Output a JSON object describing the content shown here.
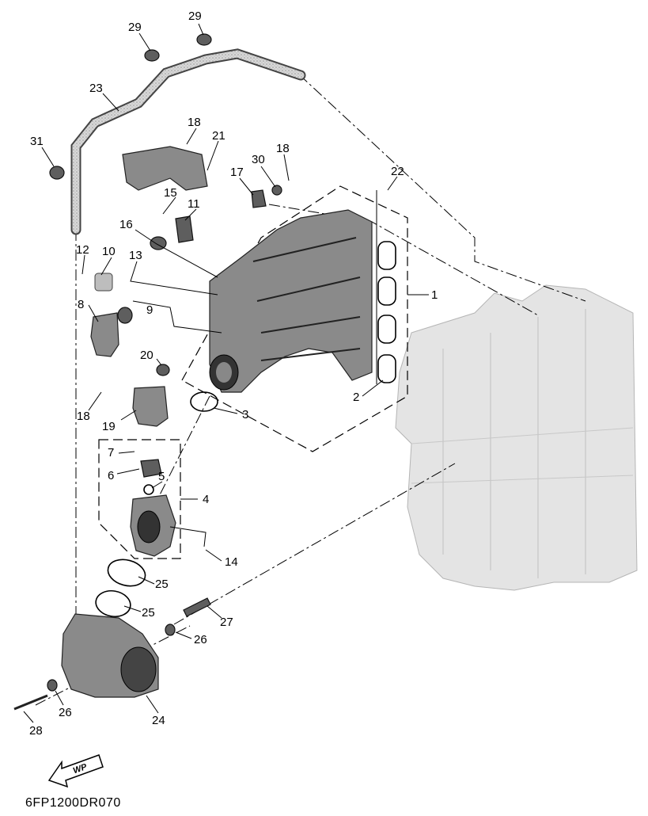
{
  "diagram_code": "6FP1200DR070",
  "direction_badge": "WP",
  "callouts": {
    "c29a": "29",
    "c29b": "29",
    "c23": "23",
    "c31": "31",
    "c18a": "18",
    "c21": "21",
    "c18b": "18",
    "c30": "30",
    "c17": "17",
    "c22": "22",
    "c15": "15",
    "c11": "11",
    "c16": "16",
    "c12": "12",
    "c10": "10",
    "c13": "13",
    "c1": "1",
    "c8": "8",
    "c9": "9",
    "c20": "20",
    "c2": "2",
    "c18c": "18",
    "c3": "3",
    "c19": "19",
    "c7": "7",
    "c6": "6",
    "c5": "5",
    "c4": "4",
    "c14": "14",
    "c25a": "25",
    "c25b": "25",
    "c27": "27",
    "c26a": "26",
    "c26b": "26",
    "c28": "28",
    "c24": "24"
  }
}
